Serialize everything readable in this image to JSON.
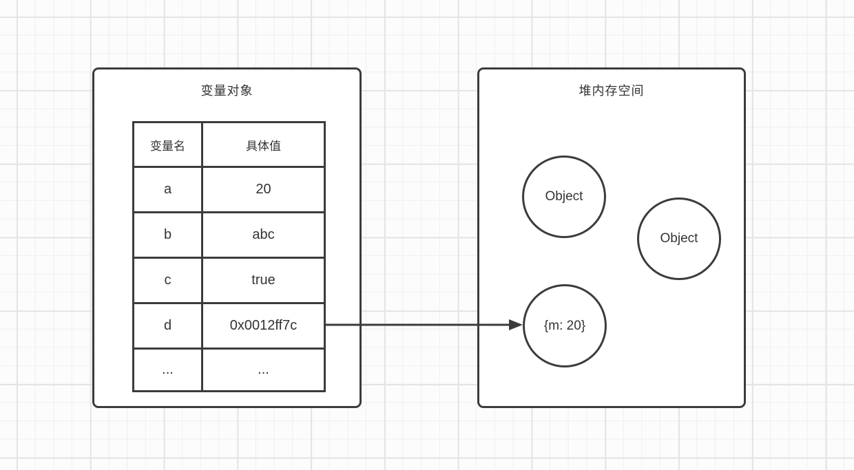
{
  "diagram": {
    "left_box": {
      "title": "变量对象",
      "table": {
        "headers": {
          "name": "变量名",
          "value": "具体值"
        },
        "rows": [
          {
            "name": "a",
            "value": "20"
          },
          {
            "name": "b",
            "value": "abc"
          },
          {
            "name": "c",
            "value": "true"
          },
          {
            "name": "d",
            "value": "0x0012ff7c"
          },
          {
            "name": "...",
            "value": "..."
          }
        ]
      }
    },
    "right_box": {
      "title": "堆内存空间",
      "nodes": [
        {
          "label": "Object"
        },
        {
          "label": "Object"
        },
        {
          "label": "{m: 20}"
        }
      ]
    },
    "arrow": {
      "from": "d / 0x0012ff7c",
      "to": "{m: 20}"
    },
    "colors": {
      "stroke": "#3b3b3b",
      "text": "#333333",
      "background": "#fcfcfc",
      "grid_minor": "#efefef",
      "grid_major": "#e4e4e4"
    }
  }
}
